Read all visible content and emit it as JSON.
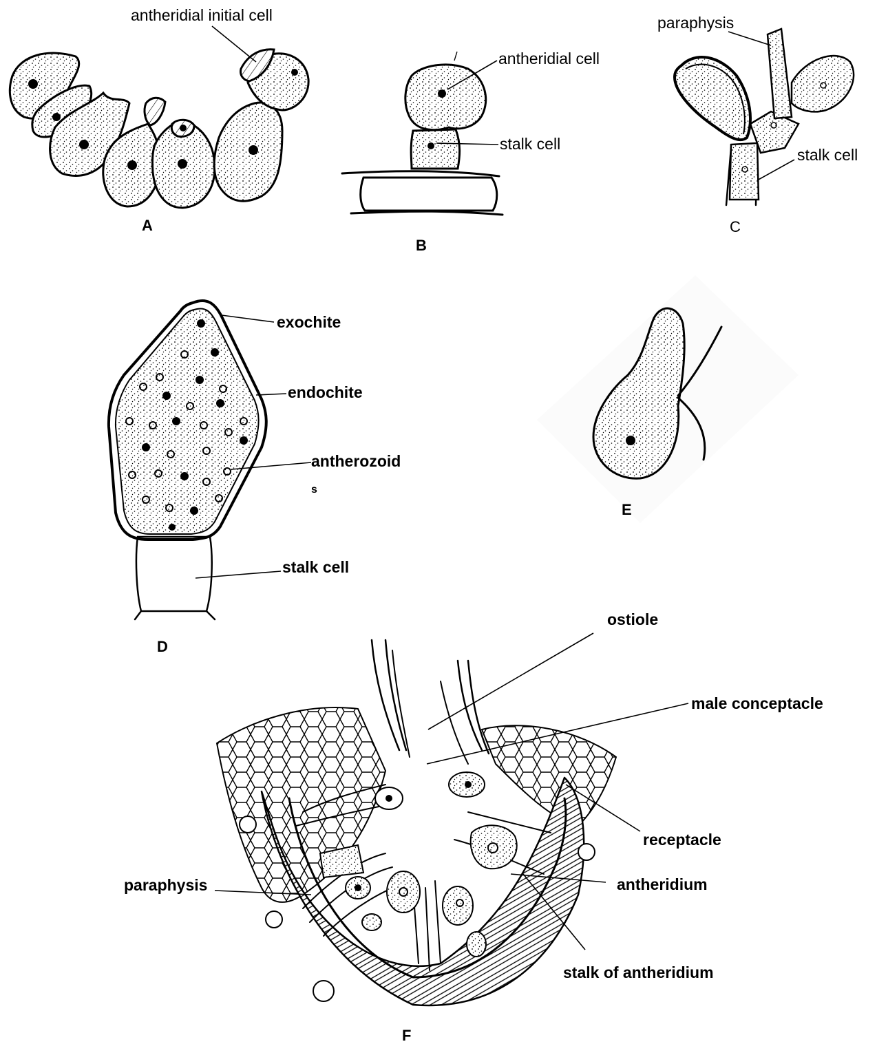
{
  "figures": {
    "A": {
      "letter": "A",
      "labels": {
        "antheridial_initial_cell": "antheridial initial cell"
      }
    },
    "B": {
      "letter": "B",
      "labels": {
        "antheridial_cell": "antheridial cell",
        "stalk_cell": "stalk cell"
      }
    },
    "C": {
      "letter": "C",
      "labels": {
        "paraphysis": "paraphysis",
        "stalk_cell": "stalk cell"
      }
    },
    "D": {
      "letter": "D",
      "labels": {
        "exochite": "exochite",
        "endochite": "endochite",
        "antherozoid": "antherozoid",
        "antherozoid_cut": "s",
        "stalk_cell": "stalk cell"
      }
    },
    "E": {
      "letter": "E"
    },
    "F": {
      "letter": "F",
      "labels": {
        "ostiole": "ostiole",
        "male_conceptacle": "male conceptacle",
        "receptacle": "receptacle",
        "paraphysis": "paraphysis",
        "antheridium": "antheridium",
        "stalk_of_antheridium": "stalk of antheridium"
      }
    }
  }
}
